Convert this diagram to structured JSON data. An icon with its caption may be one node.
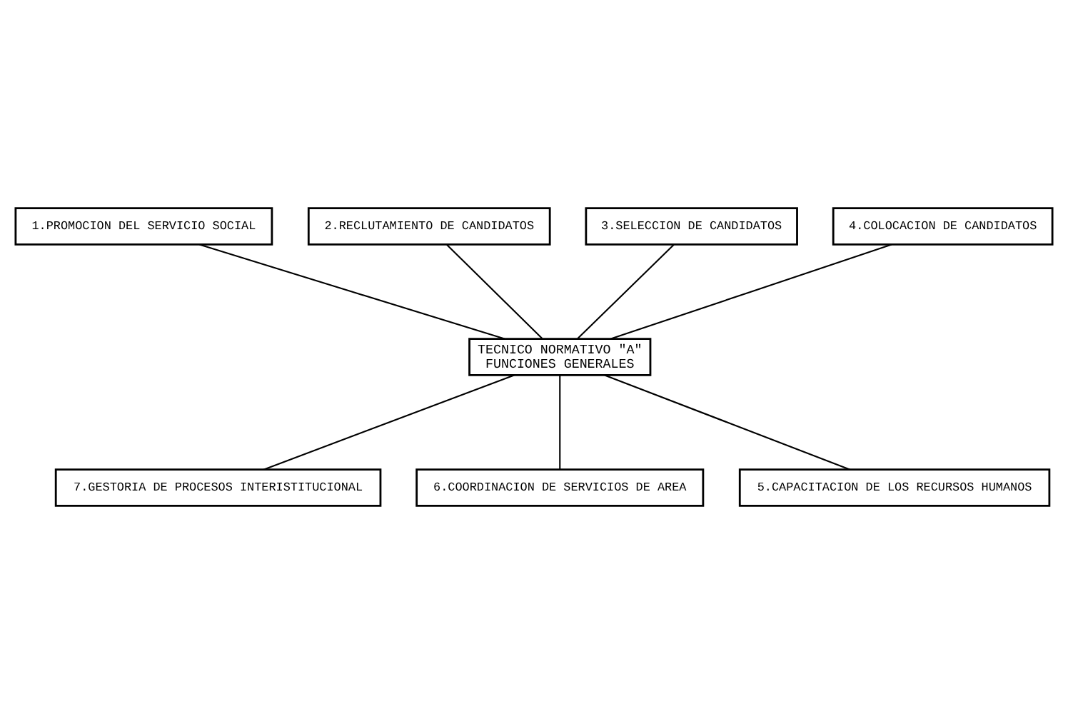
{
  "diagram": {
    "nodes": [
      {
        "text": [
          "1.PROMOCION DEL SERVICIO SOCIAL"
        ]
      },
      {
        "text": [
          "2.RECLUTAMIENTO DE CANDIDATOS"
        ]
      },
      {
        "text": [
          "3.SELECCION DE CANDIDATOS"
        ]
      },
      {
        "text": [
          "4.COLOCACION DE CANDIDATOS"
        ]
      },
      {
        "text": [
          "TECNICO NORMATIVO \"A\"",
          "FUNCIONES GENERALES"
        ]
      },
      {
        "text": [
          "7.GESTORIA DE PROCESOS INTERISTITUCIONAL"
        ]
      },
      {
        "text": [
          "6.COORDINACION DE SERVICIOS DE AREA"
        ]
      },
      {
        "text": [
          "5.CAPACITACION DE LOS RECURSOS HUMANOS"
        ]
      }
    ],
    "edges": [
      {
        "from": 0,
        "to": 4,
        "arrow": "none"
      },
      {
        "from": 1,
        "to": 4,
        "arrow": "none"
      },
      {
        "from": 2,
        "to": 4,
        "arrow": "none"
      },
      {
        "from": 3,
        "to": 4,
        "arrow": "none"
      },
      {
        "from": 4,
        "to": 5,
        "arrow": "none"
      },
      {
        "from": 4,
        "to": 6,
        "arrow": "none"
      },
      {
        "from": 4,
        "to": 7,
        "arrow": "none"
      }
    ]
  }
}
